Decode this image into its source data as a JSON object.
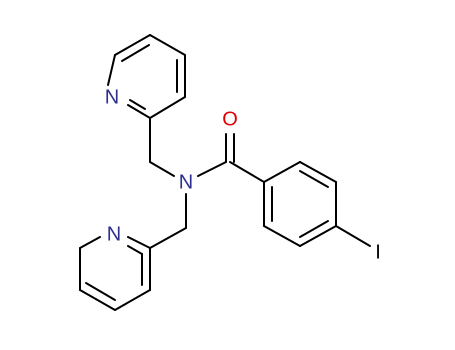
{
  "molecule": {
    "atoms": {
      "n_pyridine_top": "N",
      "n_amide": "N",
      "n_pyridine_bottom": "N",
      "o_carbonyl": "O",
      "iodine": "I"
    },
    "colors": {
      "nitrogen": "#2f2f8f",
      "oxygen": "#e00000",
      "iodine": "#000000",
      "bond": "#000000"
    }
  }
}
